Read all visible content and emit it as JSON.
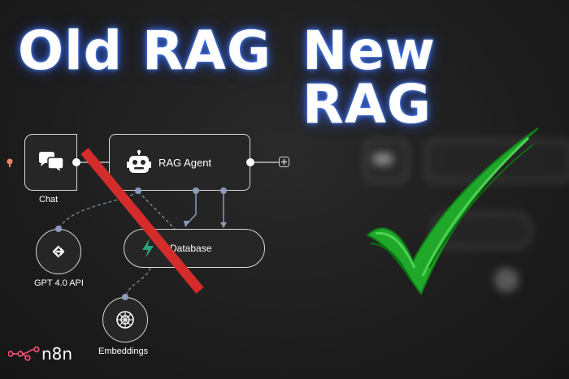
{
  "headline": {
    "left": "Old RAG",
    "right": "New RAG"
  },
  "workflow": {
    "chat_label": "Chat",
    "agent_label": "RAG Agent",
    "database_label": "Database",
    "gpt_label": "GPT 4.0 API",
    "embeddings_label": "Embeddings",
    "add_icon": "plus-icon"
  },
  "logo": {
    "text": "n8n",
    "color": "#ea4b71"
  },
  "colors": {
    "glow": "#3c78ff",
    "strike": "#d42b2b",
    "check": "#22b32a",
    "database_icon": "#27a37a"
  }
}
